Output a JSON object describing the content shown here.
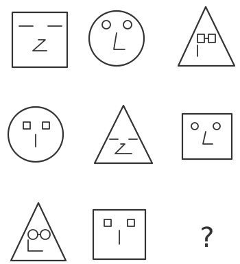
{
  "puzzle": {
    "missing_cell_label": "?",
    "stroke_color": "#333333",
    "background_color": "#ffffff",
    "grid": [
      [
        {
          "shape": "square",
          "features": "dash-brows-z-mouth"
        },
        {
          "shape": "circle",
          "features": "circle-eyes-l-nose"
        },
        {
          "shape": "triangle",
          "features": "square-eyes-glasses"
        }
      ],
      [
        {
          "shape": "circle",
          "features": "square-eyes-vertical-nose"
        },
        {
          "shape": "triangle",
          "features": "dash-brows-z-mouth"
        },
        {
          "shape": "square",
          "features": "circle-eyes-l-nose"
        }
      ],
      [
        {
          "shape": "triangle",
          "features": "circle-eyes-glasses"
        },
        {
          "shape": "square",
          "features": "square-eyes-vertical-nose"
        },
        {
          "shape": "unknown",
          "features": "question-mark"
        }
      ]
    ]
  }
}
